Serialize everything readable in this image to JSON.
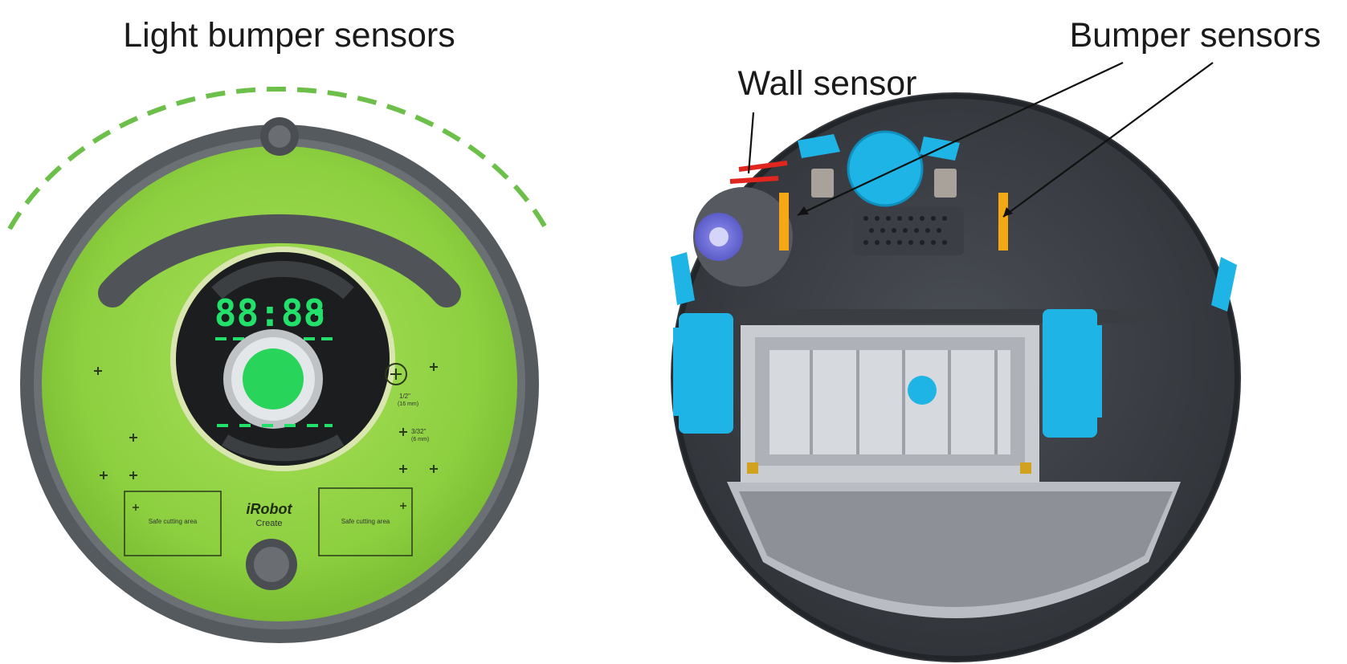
{
  "labels": {
    "light_bumper": "Light bumper sensors",
    "wall_sensor": "Wall sensor",
    "bumper_sensors": "Bumper sensors"
  },
  "top_robot": {
    "display": "88:88",
    "logo": "iRobot",
    "model": "Create",
    "safe_area_left": "Safe cutting area",
    "safe_area_right": "Safe cutting area",
    "dim_1": "1/2\"",
    "dim_1_metric": "(16 mm)",
    "dim_2": "3/32\"",
    "dim_2_metric": "(6 mm)"
  },
  "colors": {
    "shell_green": "#8ccf3f",
    "bumper_gray": "#555a5e",
    "dashed_arc": "#6cc04a",
    "sensor_blue": "#1eb4e6",
    "wall_red": "#e0261f",
    "bumper_orange": "#f4a914",
    "display_green": "#22e06a"
  }
}
